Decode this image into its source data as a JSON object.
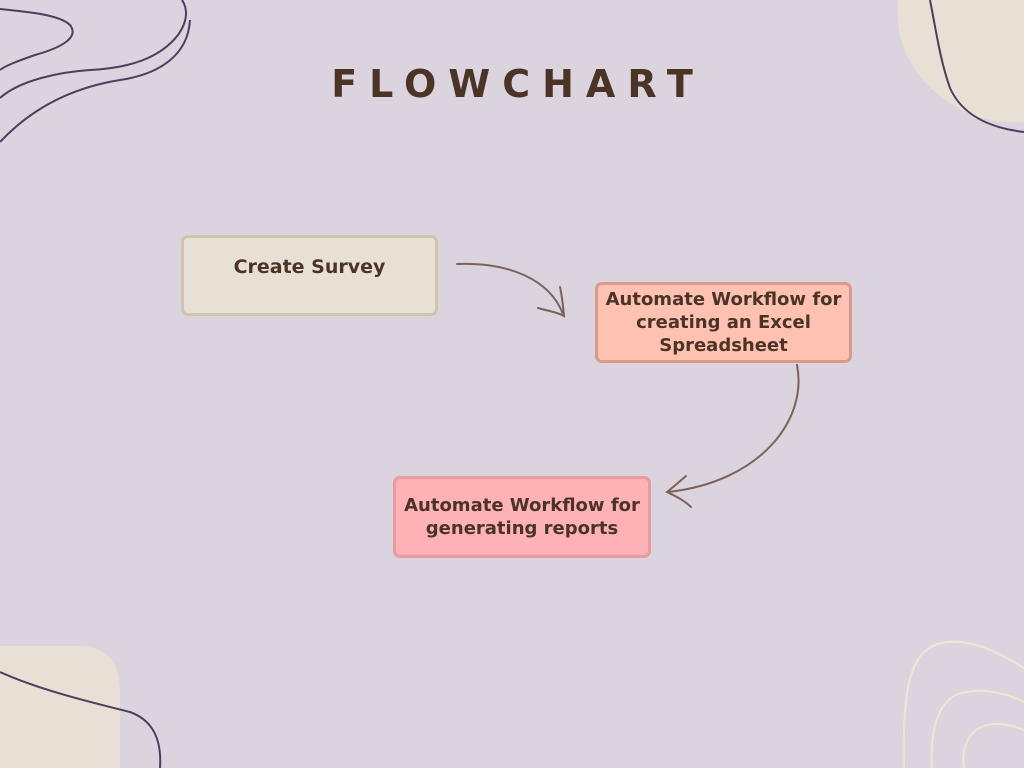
{
  "title": "FLOWCHART",
  "nodes": {
    "survey": {
      "label": "Create Survey"
    },
    "excel": {
      "label": "Automate Workflow for creating an Excel Spreadsheet"
    },
    "reports": {
      "label": "Automate Workflow for generating reports"
    }
  },
  "edges": [
    {
      "from": "Create Survey",
      "to": "Automate Workflow for creating an Excel Spreadsheet"
    },
    {
      "from": "Automate Workflow for creating an Excel Spreadsheet",
      "to": "Automate Workflow for generating reports"
    }
  ],
  "colors": {
    "background": "#dbd4de",
    "text": "#4b3426",
    "survey_fill": "#e8e0d4",
    "excel_fill": "#ffc2b2",
    "reports_fill": "#ffb2b5",
    "arrow": "#7a6358",
    "contour_line": "#4a3f5c",
    "blob": "#e8e0d4"
  }
}
